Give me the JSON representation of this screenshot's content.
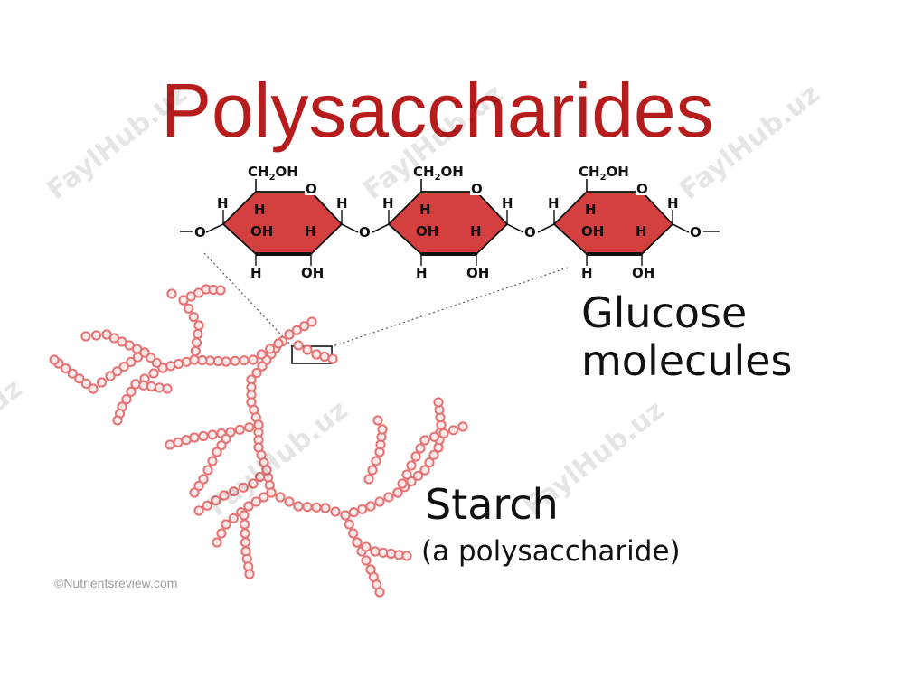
{
  "title": "Polysaccharides",
  "labels": {
    "glucose_line1": "Glucose",
    "glucose_line2": "molecules",
    "starch": "Starch",
    "starch_sub": "(a polysaccharide)"
  },
  "ring_atoms": {
    "ch2oh_main": "CH",
    "ch2oh_sub": "2",
    "ch2oh_tail": "OH",
    "ring_o": "O",
    "h": "H",
    "oh": "OH",
    "link_o": "O"
  },
  "credit": "©Nutrientsreview.com",
  "watermark": "FaylHub.uz",
  "colors": {
    "title": "#b71c1c",
    "ring_fill": "#d43f3f",
    "chain_bead": "#e57373"
  }
}
